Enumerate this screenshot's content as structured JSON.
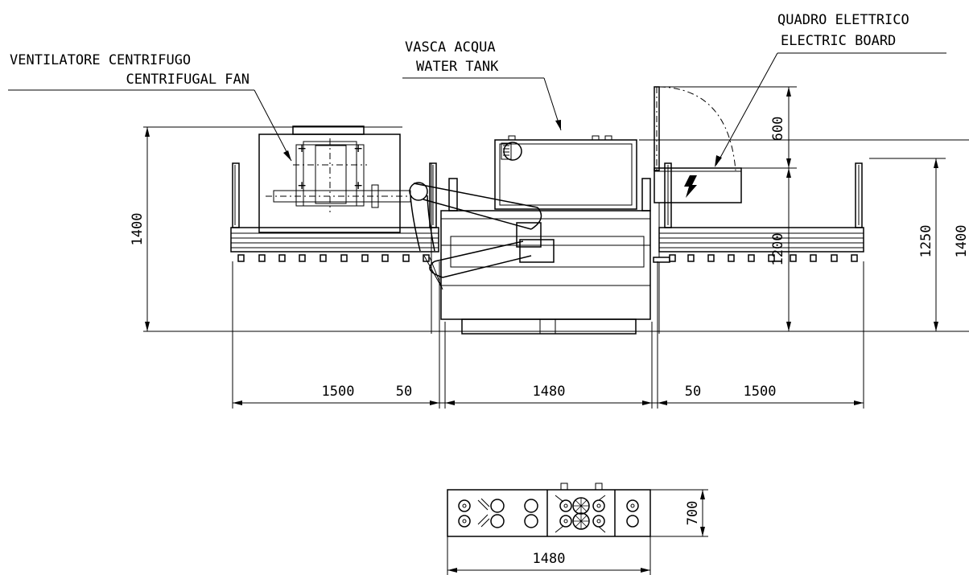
{
  "labels": {
    "fan_it": "VENTILATORE CENTRIFUGO",
    "fan_en": "CENTRIFUGAL FAN",
    "tank_it": "VASCA ACQUA",
    "tank_en": "WATER TANK",
    "board_it": "QUADRO ELETTRICO",
    "board_en": "ELECTRIC BOARD"
  },
  "dimensions": {
    "left_height": "1400",
    "door_swing": "600",
    "board_height": "1200",
    "right_section_height": "1250",
    "right_height": "1400",
    "left_conveyor": "1500",
    "left_gap": "50",
    "center_width": "1480",
    "right_gap": "50",
    "right_conveyor": "1500",
    "plan_depth": "700",
    "plan_width": "1480"
  }
}
